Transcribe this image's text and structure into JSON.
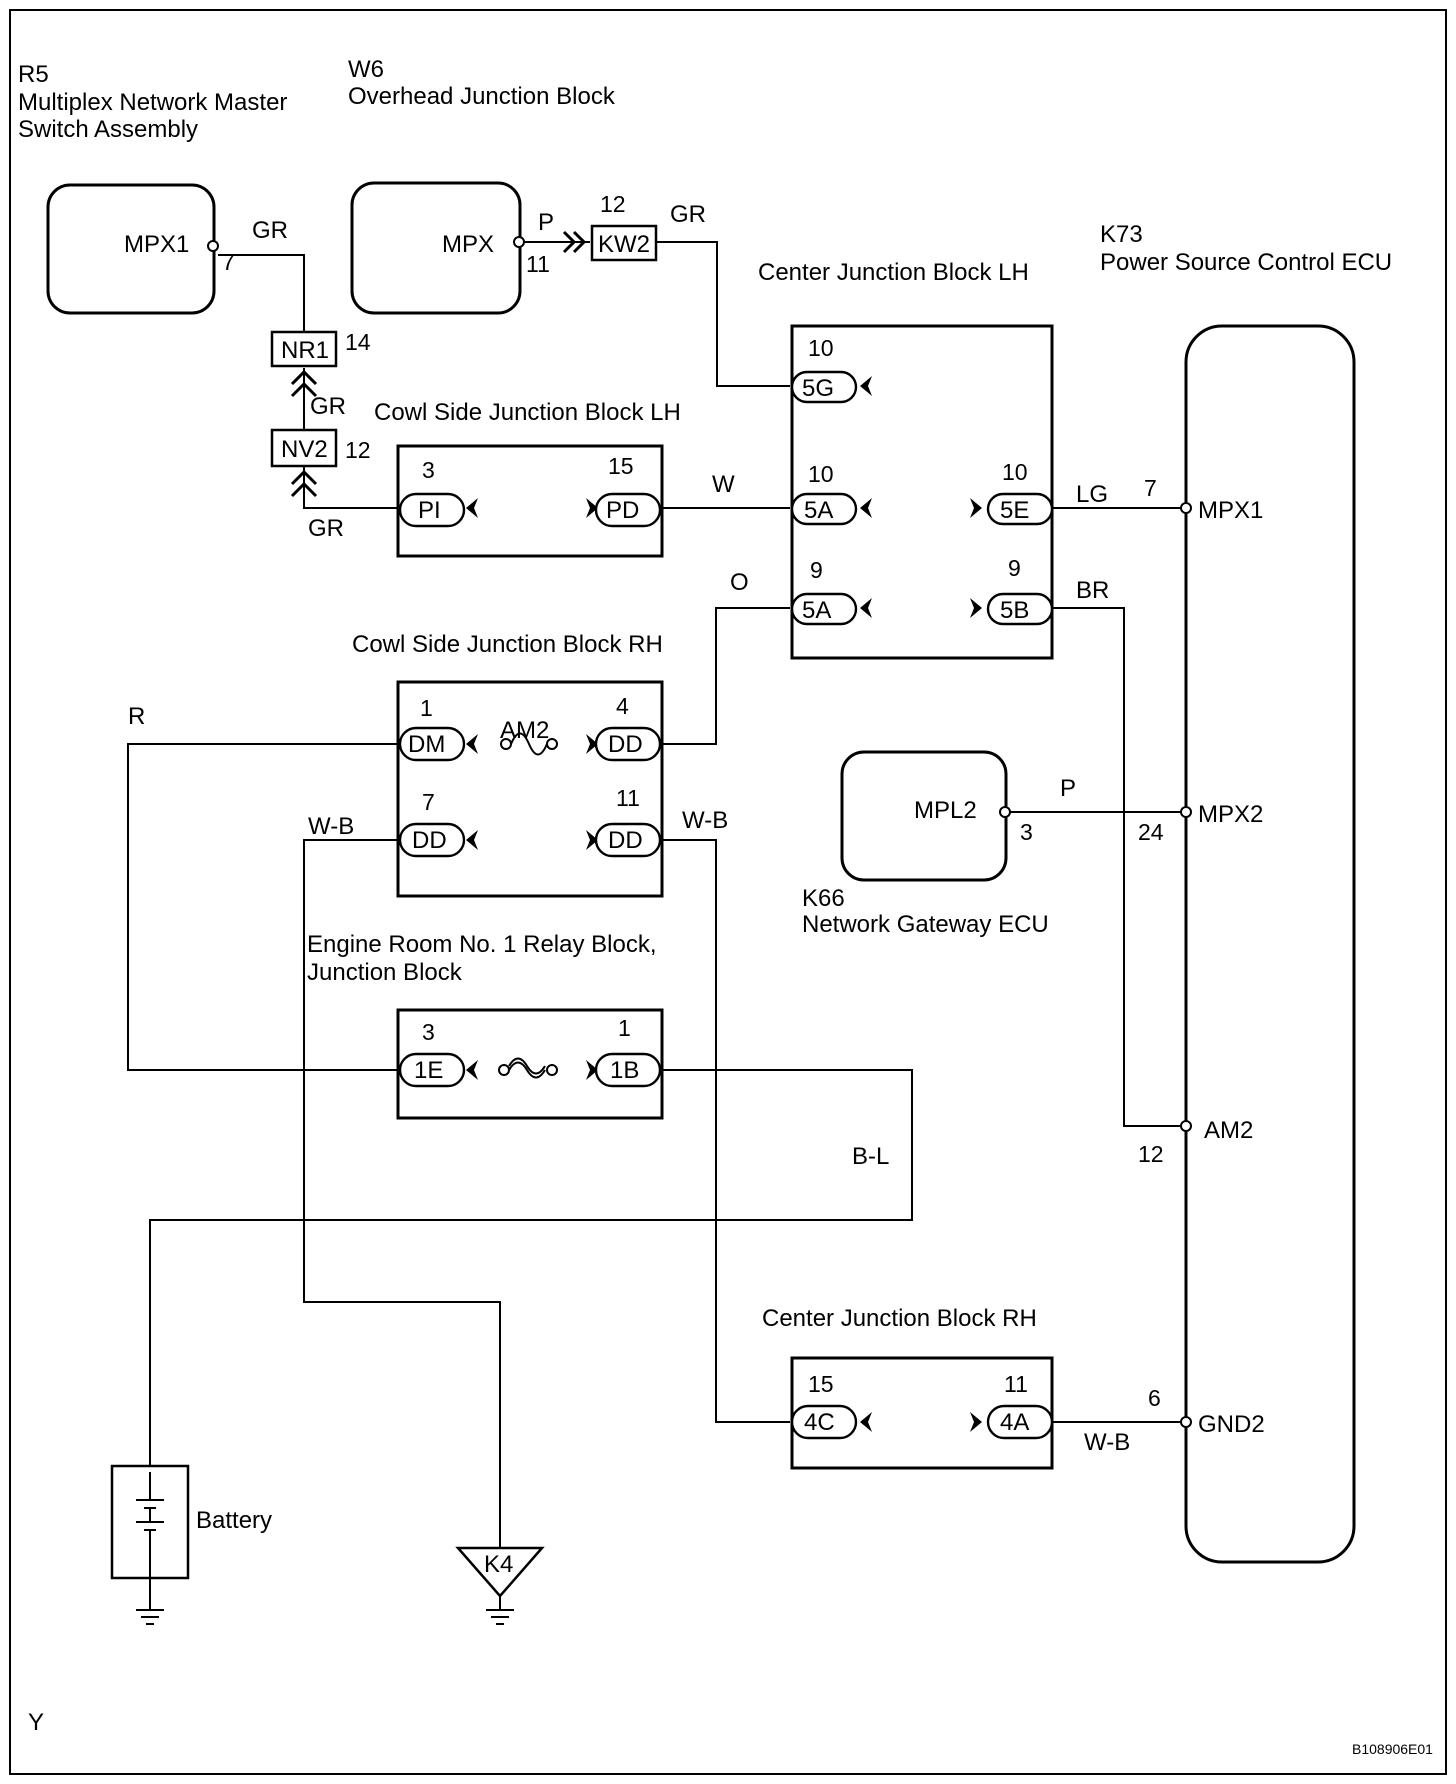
{
  "components": {
    "r5": {
      "code": "R5",
      "line1": "Multiplex Network Master",
      "line2": "Switch Assembly",
      "pin": "MPX1",
      "pin_no": "7"
    },
    "w6": {
      "code": "W6",
      "name": "Overhead Junction Block",
      "pin": "MPX",
      "pin_no": "11"
    },
    "k73": {
      "code": "K73",
      "name": "Power Source Control ECU"
    },
    "k66": {
      "code": "K66",
      "name": "Network Gateway ECU",
      "pin": "MPL2",
      "pin_no": "3"
    }
  },
  "connectors": {
    "kw2": {
      "label": "KW2",
      "pin": "12"
    },
    "nr1": {
      "label": "NR1",
      "pin": "14"
    },
    "nv2": {
      "label": "NV2",
      "pin": "12"
    }
  },
  "blocks": {
    "cjb_lh": {
      "title": "Center Junction Block LH",
      "t5g": {
        "label": "5G",
        "pin": "10"
      },
      "t5a_top": {
        "label": "5A",
        "pin": "10"
      },
      "t5e": {
        "label": "5E",
        "pin": "10"
      },
      "t5a_bot": {
        "label": "5A",
        "pin": "9"
      },
      "t5b": {
        "label": "5B",
        "pin": "9"
      }
    },
    "cowl_lh": {
      "title": "Cowl Side Junction Block LH",
      "pi": {
        "label": "PI",
        "pin": "3"
      },
      "pd": {
        "label": "PD",
        "pin": "15"
      }
    },
    "cowl_rh": {
      "title": "Cowl Side Junction Block RH",
      "dm": {
        "label": "DM",
        "pin": "1"
      },
      "dd1": {
        "label": "DD",
        "pin": "4"
      },
      "fuse": "AM2",
      "dd2": {
        "label": "DD",
        "pin": "7"
      },
      "dd3": {
        "label": "DD",
        "pin": "11"
      }
    },
    "engine_room": {
      "title_line1": "Engine Room No. 1 Relay Block,",
      "title_line2": "Junction Block",
      "t1e": {
        "label": "1E",
        "pin": "3"
      },
      "t1b": {
        "label": "1B",
        "pin": "1"
      }
    },
    "cjb_rh": {
      "title": "Center Junction Block RH",
      "t4c": {
        "label": "4C",
        "pin": "15"
      },
      "t4a": {
        "label": "4A",
        "pin": "11"
      }
    }
  },
  "ecu_pins": [
    {
      "name": "MPX1",
      "no": "7"
    },
    {
      "name": "MPX2",
      "no": "24"
    },
    {
      "name": "AM2",
      "no": "12"
    },
    {
      "name": "GND2",
      "no": "6"
    }
  ],
  "wire_colors": {
    "r5_out": "GR",
    "nr1_nv2": "GR",
    "nv2_pi": "GR",
    "w6_out": "P",
    "kw2_out": "GR",
    "pd_5a": "W",
    "mpx1": "LG",
    "o_wire": "O",
    "br": "BR",
    "r_wire": "R",
    "wb_left": "W-B",
    "wb_right": "W-B",
    "mpx2": "P",
    "bl": "B-L",
    "gnd2": "W-B"
  },
  "battery": "Battery",
  "ground_point": "K4",
  "footer_left": "Y",
  "figure_id": "B108906E01"
}
